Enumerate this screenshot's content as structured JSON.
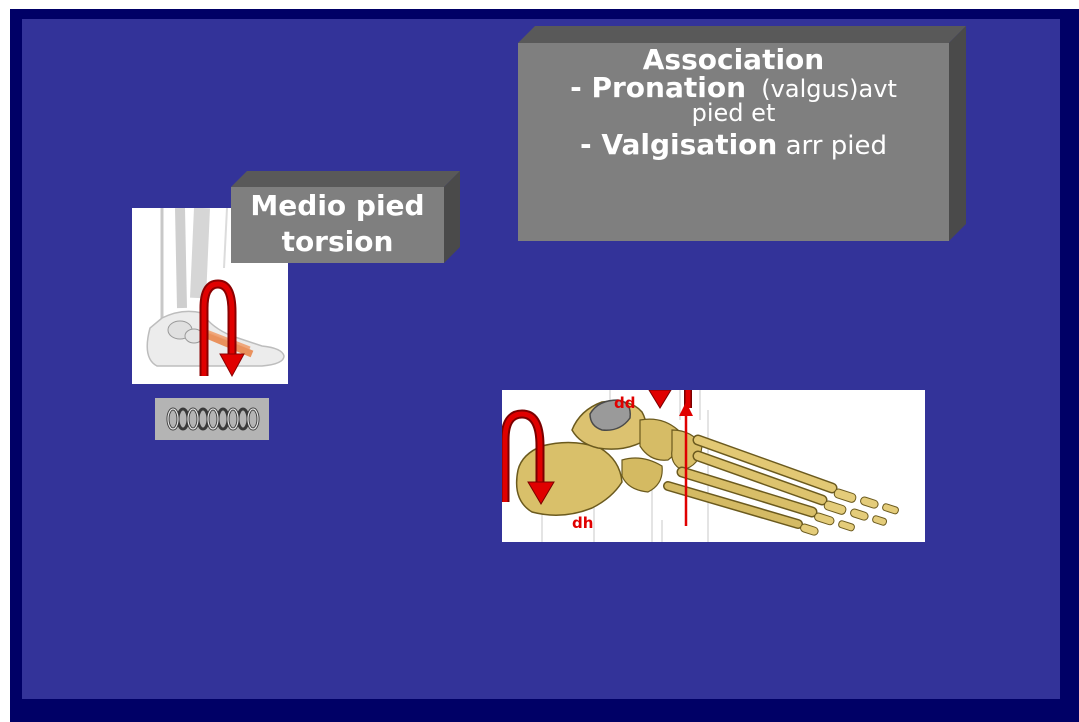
{
  "association_box": {
    "title": "Association",
    "line1_bold": "- Pronation",
    "line1_rest": "  (valgus)avt",
    "line2": "pied et",
    "line3_bold": "- Valgisation",
    "line3_rest": " arr pied"
  },
  "medio_box": {
    "line1": "Medio pied",
    "line2": "torsion"
  },
  "foot_labels": {
    "dd": "dd",
    "dh": "dh"
  },
  "colors": {
    "slide_background": "#333399",
    "slide_border": "#000066",
    "box_front": "#7f7f7f",
    "arrow_red": "#e00000"
  }
}
